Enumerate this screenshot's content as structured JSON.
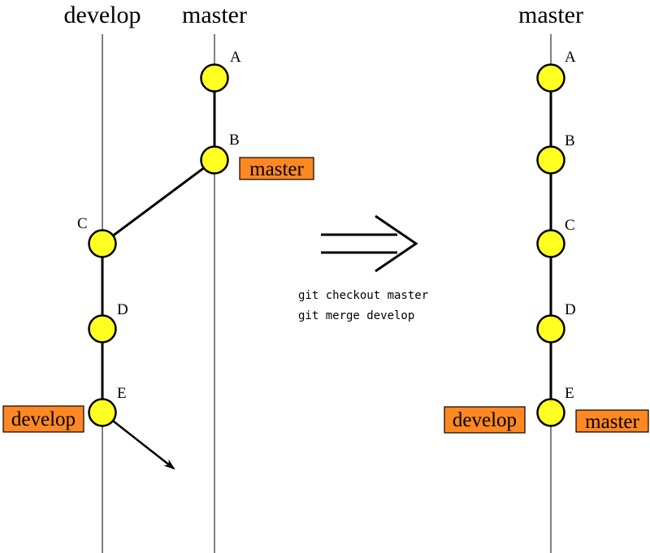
{
  "before": {
    "lanes": {
      "develop": {
        "title": "develop"
      },
      "master": {
        "title": "master"
      }
    },
    "commits": [
      {
        "id": "A",
        "label": "A"
      },
      {
        "id": "B",
        "label": "B"
      },
      {
        "id": "C",
        "label": "C"
      },
      {
        "id": "D",
        "label": "D"
      },
      {
        "id": "E",
        "label": "E"
      }
    ],
    "branch_tags": {
      "master": "master",
      "develop": "develop"
    }
  },
  "commands": {
    "line1": "git checkout master",
    "line2": "git merge develop"
  },
  "after": {
    "lane_title": "master",
    "commits": [
      {
        "id": "A",
        "label": "A"
      },
      {
        "id": "B",
        "label": "B"
      },
      {
        "id": "C",
        "label": "C"
      },
      {
        "id": "D",
        "label": "D"
      },
      {
        "id": "E",
        "label": "E"
      }
    ],
    "branch_tags": {
      "develop": "develop",
      "master": "master"
    }
  },
  "colors": {
    "commit_fill": "#ffff22",
    "branch_tag_fill": "#ff8822"
  }
}
